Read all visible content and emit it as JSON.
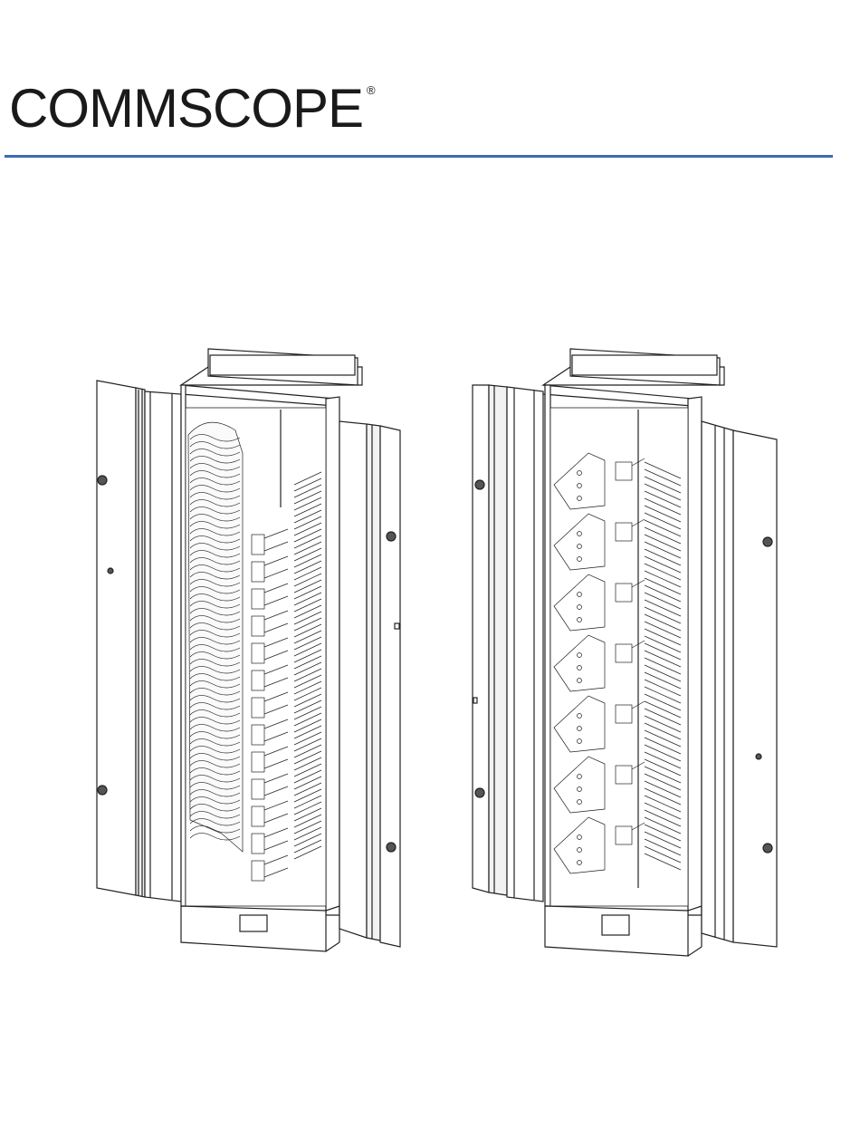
{
  "brand": {
    "name": "COMMSCOPE",
    "registered_mark": "®",
    "color": "#1a1a1a"
  },
  "rule_color": "#3c6bb5",
  "figures": [
    {
      "view": "left-cabinet",
      "icon": "cabinet-with-slack-storage-icon"
    },
    {
      "view": "right-cabinet",
      "icon": "cabinet-with-splice-trays-icon"
    }
  ]
}
